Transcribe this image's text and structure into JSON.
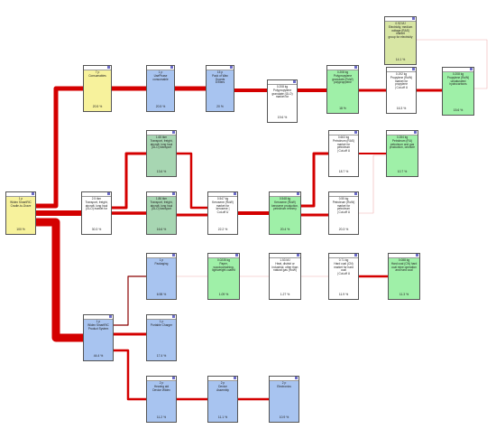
{
  "colors": {
    "link": "#d40000",
    "link_thin": "#8b0000",
    "link_faint": "#f0b0b0"
  },
  "nodes": [
    {
      "id": "consumables",
      "color": "yellow",
      "label": "7 p\nConsumables",
      "pct": "20.5 %"
    },
    {
      "id": "usephase",
      "color": "blue",
      "label": "1 p\nUsePhase\nconsumable",
      "pct": "20.5 %"
    },
    {
      "id": "wax",
      "color": "blue",
      "label": "15 p\nPack of Wax Guards\n8 filters",
      "pct": "20 %"
    },
    {
      "id": "pp_gran",
      "color": "white",
      "label": "0.208 kg\nPolypropylene\ngranulate (GLO)\nmarket for",
      "pct": "19.6 %"
    },
    {
      "id": "pp_row",
      "color": "green",
      "label": "0.208 kg\nPolypropylene\ngranulate (RoW)\npolypropylene",
      "pct": "18 %"
    },
    {
      "id": "propylene_mkt",
      "color": "white",
      "label": "0.192 kg\nPropylene (RoW)\nmarket for propylene\n| Cut-off U",
      "pct": "16.3 %"
    },
    {
      "id": "propylene_row",
      "color": "green",
      "label": "0.208 kg\nPropylene (RoW)\nunsaturated\nhydrocarbons",
      "pct": "15.6 %"
    },
    {
      "id": "electricity",
      "color": "olive",
      "label": "0.92 MJ\nElectricity, medium\nvoltage (RAS) market\ngroup for electricity",
      "pct": "14.1 %"
    },
    {
      "id": "widex",
      "color": "yellow",
      "label": "1 p\nWidex SmartRIC\nCradle-to-Grave",
      "pct": "100 %"
    },
    {
      "id": "trans1",
      "color": "sage",
      "label": "1.65 tkm\nTransport, freight,\naircraft, long haul\n(GLO) transport",
      "pct": "13.6 %"
    },
    {
      "id": "trans2",
      "color": "white",
      "label": "2.5 tkm\nTransport, freight,\naircraft, long haul\n(GLO) market for",
      "pct": "30.3 %"
    },
    {
      "id": "trans3",
      "color": "sage",
      "label": "1.86 tkm\nTransport, freight,\naircraft, long haul\n(GLO) transport",
      "pct": "16.6 %"
    },
    {
      "id": "kerosene_mkt",
      "color": "white",
      "label": "0.547 kg\nKerosene (RoW)\nmarket for kerosene |\nCut-off U",
      "pct": "22.2 %"
    },
    {
      "id": "kerosene_row",
      "color": "green",
      "label": "0.548 kg\nKerosene (RoW)\nkerosene production,\npetroleum refinery",
      "pct": "20.4 %"
    },
    {
      "id": "petrol_ras",
      "color": "white",
      "label": "0.663 kg\nPetroleum (RAS)\nmarket for petroleum\n| Cut-off U",
      "pct": "18.7 %"
    },
    {
      "id": "petrol_row",
      "color": "white",
      "label": "0.55 kg\nPetroleum (RoW)\nmarket for petroleum\n| Cut-off U",
      "pct": "20.3 %"
    },
    {
      "id": "petrol_ru",
      "color": "green",
      "label": "0.284 kg\nPetroleum (RU)\npetroleum and gas\nproduction, onshore",
      "pct": "10.7 %"
    },
    {
      "id": "packaging",
      "color": "blue",
      "label": "1 p\nPackaging",
      "pct": "6.98 %"
    },
    {
      "id": "paper",
      "color": "green",
      "label": "0.0235 kg\nPaper,\nwoodcontaining,\nlightweight coated",
      "pct": "1.09 %"
    },
    {
      "id": "heat",
      "color": "white",
      "label": "1.53 MJ\nHeat, district or\nindustrial, other than\nnatural gas (RoW)",
      "pct": "1.27 %"
    },
    {
      "id": "coal_mkt",
      "color": "white",
      "label": "0.71 kg\nHard coal (CN)\nmarket for hard coal\n| Cut-off U",
      "pct": "11.9 %"
    },
    {
      "id": "coal_cn",
      "color": "green",
      "label": "0.088 kg\nHard coal (CN) hard\ncoal mine operation\nand hard coal",
      "pct": "11.3 %"
    },
    {
      "id": "product",
      "color": "blue",
      "label": "1 p\nWidex SmartRIC\nProduct System",
      "pct": "44.4 %"
    },
    {
      "id": "charger",
      "color": "blue",
      "label": "1 p\nPortable Charger",
      "pct": "17.4 %"
    },
    {
      "id": "hearing",
      "color": "blue",
      "label": "2 p\nHearing aid\nDevice Widex",
      "pct": "11.2 %"
    },
    {
      "id": "assembly",
      "color": "blue",
      "label": "2 p\nDevice\nAssembly",
      "pct": "11.1 %"
    },
    {
      "id": "electronics",
      "color": "blue",
      "label": "2 p\nElectronics",
      "pct": "10.9 %"
    }
  ]
}
